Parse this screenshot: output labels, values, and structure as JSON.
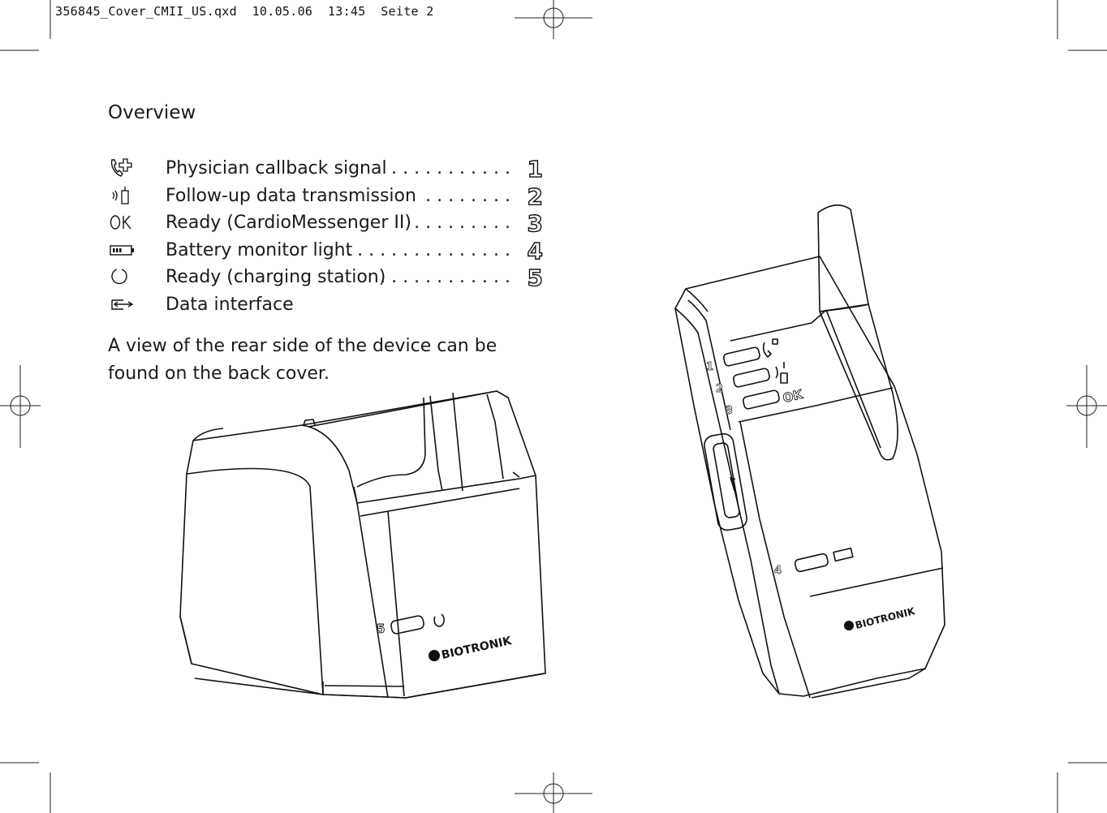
{
  "slug": "356845_Cover_CMII_US.qxd  10.05.06  13:45  Seite 2",
  "title": "Overview",
  "legend": [
    {
      "icon": "physician-callback-icon",
      "label": "Physician callback signal",
      "leader": " . . . . . . . . . . .",
      "num": "1"
    },
    {
      "icon": "data-transmission-icon",
      "label": "Follow-up data transmission",
      "leader": " . . . . . . . .",
      "num": "2"
    },
    {
      "icon": "ok-icon",
      "label": "Ready (CardioMessenger II)",
      "leader": " . . . . . . . . .",
      "num": "3"
    },
    {
      "icon": "battery-icon",
      "label": "Battery monitor light",
      "leader": " . . . . . . . . . . . . . . .",
      "num": "4"
    },
    {
      "icon": "ready-circle-icon",
      "label": "Ready (charging station)",
      "leader": " . . . . . . . . . . . .",
      "num": "5"
    },
    {
      "icon": "data-interface-icon",
      "label": "Data interface",
      "leader": "",
      "num": ""
    }
  ],
  "description": "A view of the rear side of the device can be found on the back cover.",
  "station": {
    "brand": "BIOTRONIK",
    "num": "5"
  },
  "messenger": {
    "brand": "BIOTRONIK",
    "ok": "OK",
    "nums": [
      "1",
      "2",
      "3"
    ],
    "battery_num": "4"
  }
}
